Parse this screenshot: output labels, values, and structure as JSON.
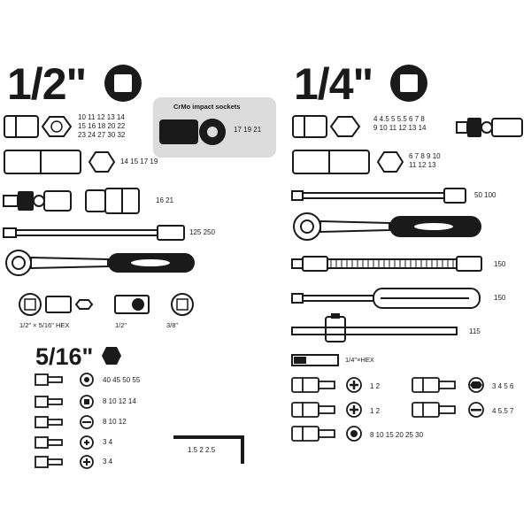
{
  "left": {
    "title": "1/2\"",
    "sockets_short": "10 11 12 13 14\n15 16 18 20 22\n23 24 27 30 32",
    "sockets_deep": "14 15 17 19",
    "impact_title": "CrMo impact sockets",
    "impact_sizes": "17 19 21",
    "spark": "16 21",
    "extensions": "125 250",
    "adapter_1": "1/2\" × 5/16\" HEX",
    "adapter_2": "1/2\"",
    "adapter_3": "3/8\""
  },
  "right": {
    "title": "1/4\"",
    "sockets_short": "4 4.5 5 5.5 6 7 8\n9 10 11 12 13 14",
    "sockets_deep": "6 7 8 9 10\n11 12 13",
    "extensions": "50 100",
    "flex": "150",
    "screwdriver": "150",
    "tbar": "115",
    "hex_adapter": "1/4\"×HEX",
    "bit_ph": "1 2",
    "bit_pz": "1 2",
    "bit_torx": "8 10 15 20 25 30",
    "bit_hex": "3 4 5 6",
    "bit_slot": "4 5.5 7"
  },
  "bits": {
    "title": "5/16\"",
    "torx": "40 45 50 55",
    "hex": "8 10 12 14",
    "slot": "8 10 12",
    "pz": "3 4",
    "ph": "3 4"
  },
  "allen_keys": "1.5 2 2.5"
}
